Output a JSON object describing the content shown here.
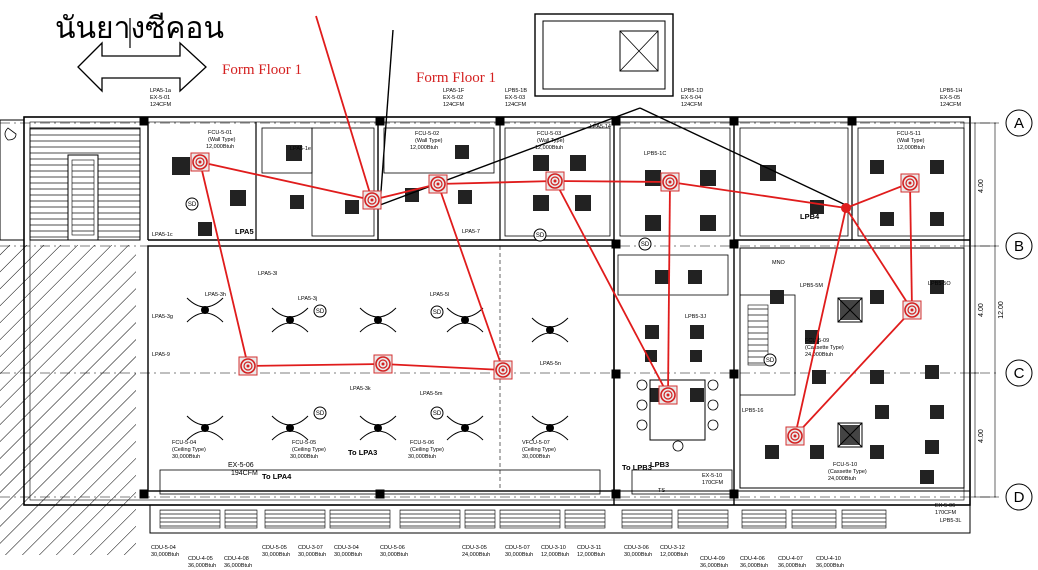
{
  "top": {
    "thai_left": "นันยาง",
    "thai_right": "ซีคอน",
    "form_floor_a": "Form Floor 1",
    "form_floor_b": "Form Floor 1"
  },
  "grid_lines": [
    "A",
    "B",
    "C",
    "D"
  ],
  "dimensions": {
    "ab": "4.00",
    "bd_total": "12.00",
    "bc": "4.00",
    "cd": "4.00"
  },
  "exhausts": [
    {
      "code": "LPA5-1a",
      "ex": "EX-5-01",
      "cfm": "124CFM"
    },
    {
      "code": "LPA5-1F",
      "ex": "EX-5-02",
      "cfm": "124CFM"
    },
    {
      "code": "LPB5-1B",
      "ex": "EX-5-03",
      "cfm": "124CFM"
    },
    {
      "code": "LPB5-1D",
      "ex": "EX-5-04",
      "cfm": "124CFM"
    },
    {
      "code": "LPB5-1H",
      "ex": "EX-5-05",
      "cfm": "124CFM"
    },
    {
      "code": "",
      "ex": "EX-5-06",
      "cfm": "194CFM"
    },
    {
      "code": "",
      "ex": "EX-5-10",
      "cfm": "170CFM"
    },
    {
      "code": "",
      "ex": "EX-5-06",
      "cfm": "170CFM"
    }
  ],
  "fcu_units": [
    {
      "code": "FCU-5-01",
      "type": "(Wall Type)",
      "btu": "12,000Btuh"
    },
    {
      "code": "FCU-5-02",
      "type": "(Wall Type)",
      "btu": "12,000Btuh"
    },
    {
      "code": "FCU-5-03",
      "type": "(Wall Type)",
      "btu": "12,000Btuh"
    },
    {
      "code": "FCU-5-11",
      "type": "(Wall Type)",
      "btu": "12,000Btuh"
    },
    {
      "code": "FCU-5-04",
      "type": "(Ceiling Type)",
      "btu": "30,000Btuh"
    },
    {
      "code": "FCU-5-05",
      "type": "(Ceiling Type)",
      "btu": "30,000Btuh"
    },
    {
      "code": "FCU-5-06",
      "type": "(Ceiling Type)",
      "btu": "30,000Btuh"
    },
    {
      "code": "VFCU-5-07",
      "type": "(Ceiling Type)",
      "btu": "30,000Btuh"
    },
    {
      "code": "FCU-5-09",
      "type": "(Cassette Type)",
      "btu": "24,000Btuh"
    },
    {
      "code": "FCU-5-10",
      "type": "(Cassette Type)",
      "btu": "24,000Btuh"
    }
  ],
  "cdu_units": [
    {
      "code": "CDU-5-04",
      "btu": "30,000Btuh"
    },
    {
      "code": "CDU-4-05",
      "btu": "36,000Btuh"
    },
    {
      "code": "CDU-4-08",
      "btu": "36,000Btuh"
    },
    {
      "code": "CDU-5-05",
      "btu": "30,000Btuh"
    },
    {
      "code": "CDU-3-07",
      "btu": "30,000Btuh"
    },
    {
      "code": "CDU-3-04",
      "btu": "30,000Btuh"
    },
    {
      "code": "CDU-5-06",
      "btu": "30,000Btuh"
    },
    {
      "code": "CDU-3-05",
      "btu": "24,000Btuh"
    },
    {
      "code": "CDU-5-07",
      "btu": "30,000Btuh"
    },
    {
      "code": "CDU-3-10",
      "btu": "12,000Btuh"
    },
    {
      "code": "CDU-3-11",
      "btu": "12,000Btuh"
    },
    {
      "code": "CDU-3-06",
      "btu": "30,000Btuh"
    },
    {
      "code": "CDU-3-12",
      "btu": "12,000Btuh"
    },
    {
      "code": "CDU-4-09",
      "btu": "36,000Btuh"
    },
    {
      "code": "CDU-4-06",
      "btu": "36,000Btuh"
    },
    {
      "code": "CDU-4-07",
      "btu": "36,000Btuh"
    },
    {
      "code": "CDU-4-10",
      "btu": "36,000Btuh"
    }
  ],
  "panel_labels": {
    "lpa5": "LPA5",
    "lpb4": "LPB4",
    "to_lpa3": "To LPA3",
    "to_lpa4": "To LPA4",
    "to_lpb3": "To LPB3",
    "lpb3": "LPB3",
    "mno": "MNO",
    "ts": "TS"
  },
  "circuit_labels": [
    "LPA5-9",
    "LPA5-3l",
    "LPA5-3j",
    "LPA5-3h",
    "LPA5-3g",
    "LPA5-3k",
    "LPA5-5m",
    "LPA5-5n",
    "LPA5-5l",
    "LPB5-3J",
    "LPB5-1C",
    "LPB5-5M",
    "LPB5-5O",
    "LPA5-1e",
    "LPA5-7",
    "LPA5-14",
    "LPA5-1c",
    "LPB5-16",
    "LPB5-3L"
  ],
  "colors": {
    "route": "#e01c1c",
    "line": "#000000",
    "hatch": "#000000",
    "sensor": "#e86a6a"
  }
}
